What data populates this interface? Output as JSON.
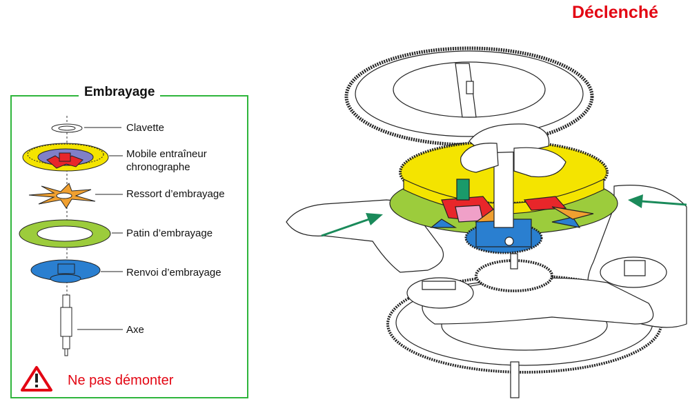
{
  "state_title": "Déclenché",
  "panel": {
    "title": "Embrayage",
    "parts": [
      {
        "label": "Clavette"
      },
      {
        "label": "Mobile entraîneur chronographe"
      },
      {
        "label": "Ressort d’embrayage"
      },
      {
        "label": "Patin d’embrayage"
      },
      {
        "label": "Renvoi d’embrayage"
      },
      {
        "label": "Axe"
      }
    ],
    "warning": "Ne pas démonter"
  },
  "colors": {
    "accent_red": "#e30613",
    "frame_green": "#2db53a",
    "part_yellow": "#f4e400",
    "part_red": "#e8262a",
    "part_orange": "#f0a030",
    "part_green": "#9ccc3c",
    "part_blue": "#2a7fd0",
    "arrow_green": "#1a8a5a"
  }
}
